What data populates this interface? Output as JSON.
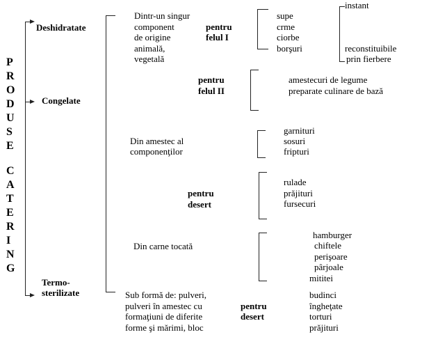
{
  "title_letters": [
    "P",
    "R",
    "O",
    "D",
    "U",
    "S",
    "E",
    "C",
    "A",
    "T",
    "E",
    "R",
    "I",
    "N",
    "G"
  ],
  "title": "PRODUSE CATERING",
  "categories": {
    "dehydrated": "Deshidratate",
    "frozen": "Congelate",
    "sterilized_line1": "Termo-",
    "sterilized_line2": "sterilizate"
  },
  "single_component": [
    "Dintr-un singur",
    "component",
    "de origine",
    "animală,",
    "vegetală"
  ],
  "felul1": {
    "label": [
      "pentru",
      "felul I"
    ],
    "items": [
      "supe",
      "crme",
      "ciorbe",
      "borşuri"
    ]
  },
  "soup_types": {
    "instant": "instant",
    "reconstituted": [
      "reconstituibile",
      "prin fierbere"
    ]
  },
  "felul2": {
    "label": [
      "pentru",
      "felul II"
    ],
    "items": [
      "amestecuri de legume",
      "preparate culinare de bază"
    ]
  },
  "mix": {
    "label": [
      "Din amestec al",
      "componenţilor"
    ],
    "items": [
      "garnituri",
      "sosuri",
      "fripturi"
    ]
  },
  "desert1": {
    "label": [
      "pentru",
      "desert"
    ],
    "items": [
      "rulade",
      "prăjituri",
      "fursecuri"
    ]
  },
  "minced": {
    "label": "Din carne tocată",
    "items": [
      "hamburger",
      "chiftele",
      "perişoare",
      "pârjoale",
      "mititei"
    ]
  },
  "powder": {
    "label": [
      "Sub formă de: pulveri,",
      "pulveri în amestec cu",
      "formaţiuni de diferite",
      "forme şi mărimi, bloc"
    ]
  },
  "desert2": {
    "label": [
      "pentru",
      "desert"
    ],
    "items": [
      "budinci",
      "îngheţate",
      "torturi",
      "prăjituri"
    ]
  }
}
